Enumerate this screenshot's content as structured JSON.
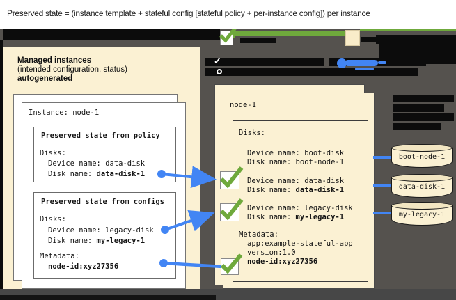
{
  "banner": {
    "title": "Preserved state = (instance template + stateful config [stateful policy + per-instance config]) per instance"
  },
  "colors": {
    "accent_green": "#6FA93C",
    "accent_blue": "#4285F4",
    "panel_cream": "#FBF1D3",
    "canvas_dark": "#55524E"
  },
  "icons": {
    "checkmark": "green-checkmark-icon",
    "connector": "blue-connector-dot"
  },
  "managed": {
    "heading": "Managed instances",
    "subheading": "(intended configuration, status)",
    "autogenerated": "autogenerated",
    "instance_title": "Instance: node-1",
    "policy_box": {
      "title": "Preserved state from policy",
      "disks_heading": "Disks:",
      "device_label": "Device name: ",
      "device_value": "data-disk",
      "disk_label": "Disk name: ",
      "disk_value": "data-disk-1"
    },
    "configs_box": {
      "title": "Preserved state from configs",
      "disks_heading": "Disks:",
      "device_label": "Device name: ",
      "device_value": "legacy-disk",
      "disk_label": "Disk name: ",
      "disk_value": "my-legacy-1",
      "metadata_heading": "Metadata:",
      "metadata_value": "node-id:xyz27356"
    }
  },
  "vm": {
    "title": "node-1",
    "disks_heading": "Disks:",
    "boot_device_label": "Device name: ",
    "boot_device_value": "boot-disk",
    "boot_disk_label": "Disk name: ",
    "boot_disk_value": "boot-node-1",
    "data_device_label": "Device name: ",
    "data_device_value": "data-disk",
    "data_disk_label": "Disk name: ",
    "data_disk_value": "data-disk-1",
    "legacy_device_label": "Device name: ",
    "legacy_device_value": "legacy-disk",
    "legacy_disk_label": "Disk name: ",
    "legacy_disk_value": "my-legacy-1",
    "metadata_heading": "Metadata:",
    "metadata_app": "app:example-stateful-app",
    "metadata_version": "version:1.0",
    "metadata_node": "node-id:xyz27356"
  },
  "disks": {
    "boot": "boot-node-1",
    "data": "data-disk-1",
    "legacy": "my-legacy-1"
  }
}
